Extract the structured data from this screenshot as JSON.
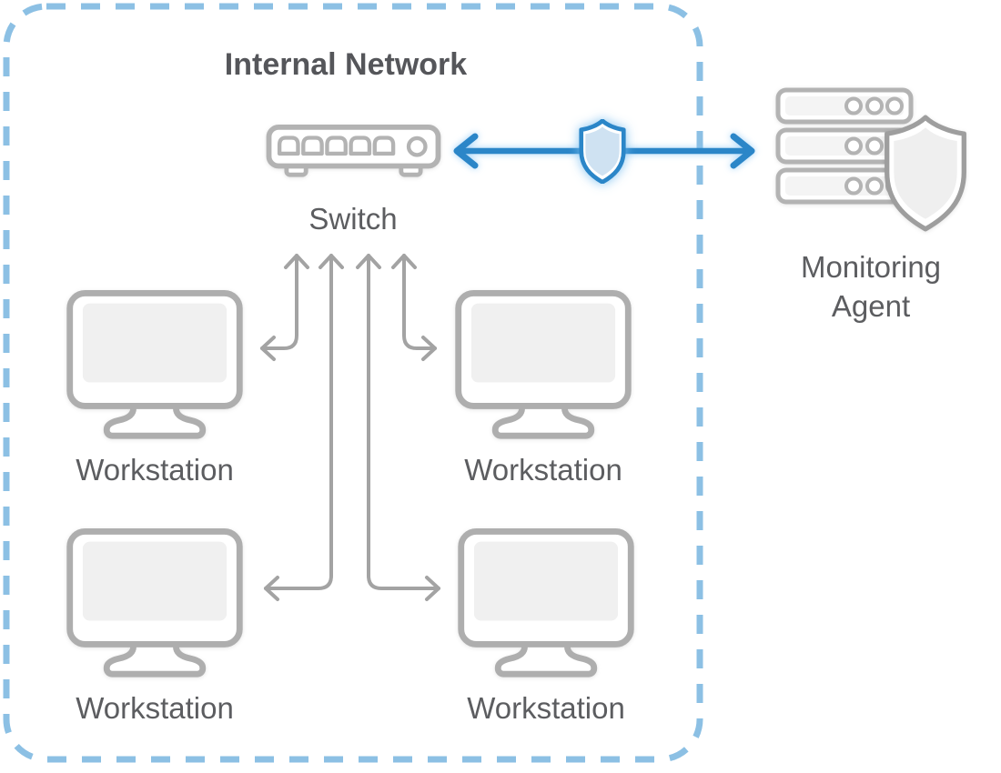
{
  "diagram": {
    "title": "Internal Network",
    "switch": {
      "label": "Switch",
      "icon": "network-switch-icon"
    },
    "monitoring_agent": {
      "label": "Monitoring Agent",
      "icons": [
        "server-stack-icon",
        "shield-icon"
      ]
    },
    "workstations": [
      {
        "id": "workstation-top-left",
        "label": "Workstation",
        "icon": "monitor-icon"
      },
      {
        "id": "workstation-top-right",
        "label": "Workstation",
        "icon": "monitor-icon"
      },
      {
        "id": "workstation-bottom-left",
        "label": "Workstation",
        "icon": "monitor-icon"
      },
      {
        "id": "workstation-bottom-right",
        "label": "Workstation",
        "icon": "monitor-icon"
      }
    ],
    "edges": [
      {
        "from": "workstation-top-left",
        "to": "switch",
        "bidirectional": true,
        "color": "gray"
      },
      {
        "from": "workstation-bottom-left",
        "to": "switch",
        "bidirectional": true,
        "color": "gray"
      },
      {
        "from": "workstation-bottom-right",
        "to": "switch",
        "bidirectional": true,
        "color": "gray"
      },
      {
        "from": "workstation-top-right",
        "to": "switch",
        "bidirectional": true,
        "color": "gray"
      },
      {
        "from": "switch",
        "to": "monitoring_agent",
        "bidirectional": true,
        "color": "blue",
        "midpoint_icon": "shield-icon"
      }
    ],
    "colors": {
      "boundary_dash_blue": "#8cc0e4",
      "secure_link_blue": "#2b86c8",
      "link_shield_fill": "#cfe2f2",
      "icon_stroke_gray": "#aeaeae",
      "arrow_gray": "#a3a3a3",
      "title_text": "#55565a",
      "label_text": "#5c5d60",
      "screen_fill": "#f0f0f0",
      "agent_shield_fill": "#efefef"
    }
  }
}
